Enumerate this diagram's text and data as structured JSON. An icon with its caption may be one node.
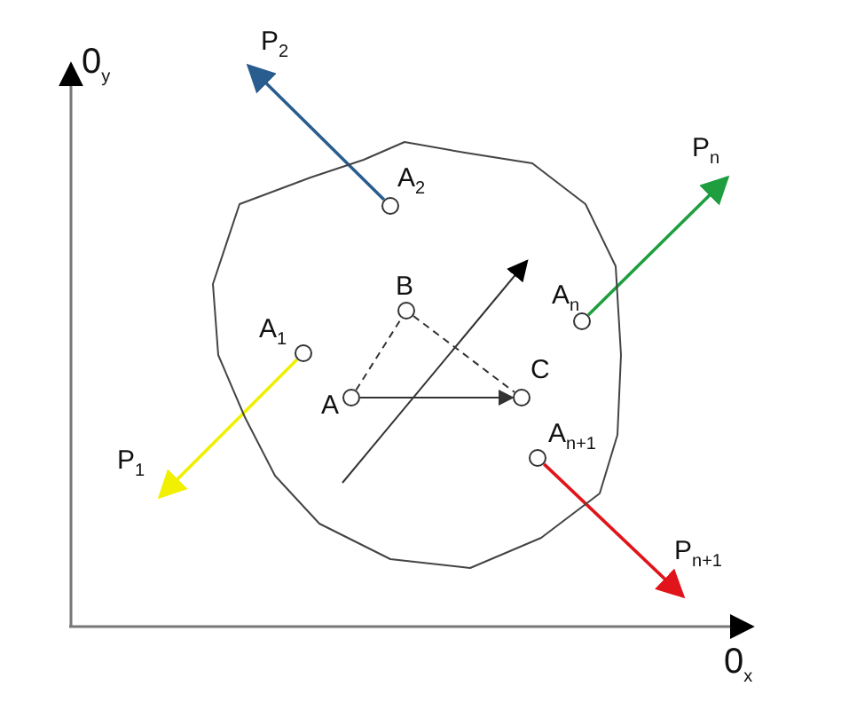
{
  "diagram": {
    "nodes": [
      {
        "text": [],
        "shape": "blob"
      },
      {
        "text": [],
        "shape": "circle",
        "beside": [
          "A$_{2}$"
        ],
        "in": 0
      },
      {
        "text": [],
        "shape": "circle",
        "beside": [
          "A$_{1}$"
        ],
        "in": 0
      },
      {
        "text": [],
        "shape": "circle",
        "beside": [
          "B"
        ],
        "in": 0
      },
      {
        "text": [],
        "shape": "circle",
        "beside": [
          "A"
        ],
        "in": 0
      },
      {
        "text": [],
        "shape": "circle",
        "beside": [
          "C"
        ],
        "in": 0
      },
      {
        "text": [],
        "shape": "circle",
        "beside": [
          "A$_{n}$"
        ],
        "in": 0
      },
      {
        "text": [],
        "shape": "circle",
        "beside": [
          "A$_{n+1}$"
        ],
        "in": 0
      },
      {
        "text": [
          "P$_{2}$"
        ]
      },
      {
        "text": [
          "P$_{1}$"
        ]
      },
      {
        "text": [
          "P$_{n}$"
        ]
      },
      {
        "text": [
          "P$_{n+1}$"
        ]
      }
    ],
    "edges": [
      {
        "from": 1,
        "to": 8,
        "arrow": "to",
        "color": "#2a5d8f"
      },
      {
        "from": 2,
        "to": 9,
        "arrow": "to",
        "color": "#f0f000"
      },
      {
        "from": 6,
        "to": 10,
        "arrow": "to",
        "color": "#1e9e3e"
      },
      {
        "from": 7,
        "to": 11,
        "arrow": "to",
        "color": "#e0141a"
      },
      {
        "from": 4,
        "to": 5,
        "arrow": "to"
      },
      {
        "from": 4,
        "to": 3,
        "arrow": "none",
        "style": "dashed"
      },
      {
        "from": 3,
        "to": 5,
        "arrow": "none",
        "style": "dashed"
      }
    ],
    "labels": [
      "0$_{y}$",
      "0$_{x}$"
    ]
  }
}
